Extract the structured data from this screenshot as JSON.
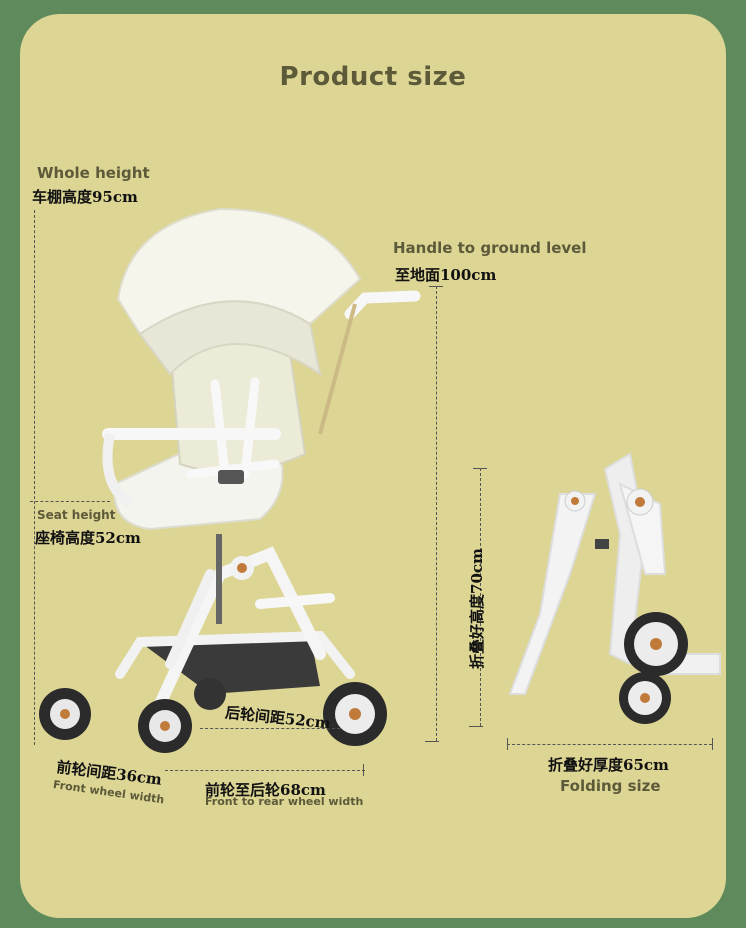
{
  "title": "Product size",
  "labels": {
    "whole_height_en": "Whole height",
    "whole_height_cn": "车棚高度95cm",
    "handle_en": "Handle to ground level",
    "handle_cn": "至地面100cm",
    "seat_en": "Seat height",
    "seat_cn": "座椅高度52cm",
    "rear_wheel_cn": "后轮间距52cm",
    "front_wheel_cn": "前轮间距36cm",
    "front_wheel_en": "Front wheel width",
    "front_rear_cn": "前轮至后轮68cm",
    "front_rear_en": "Front to rear wheel width",
    "fold_height_cn": "折叠好高度70cm",
    "fold_thick_cn": "折叠好厚度65cm",
    "folding_en": "Folding size"
  },
  "colors": {
    "background": "#5f8a5c",
    "card": "#dcd594",
    "label_en": "#5d5a3a",
    "label_cn": "#111111"
  }
}
